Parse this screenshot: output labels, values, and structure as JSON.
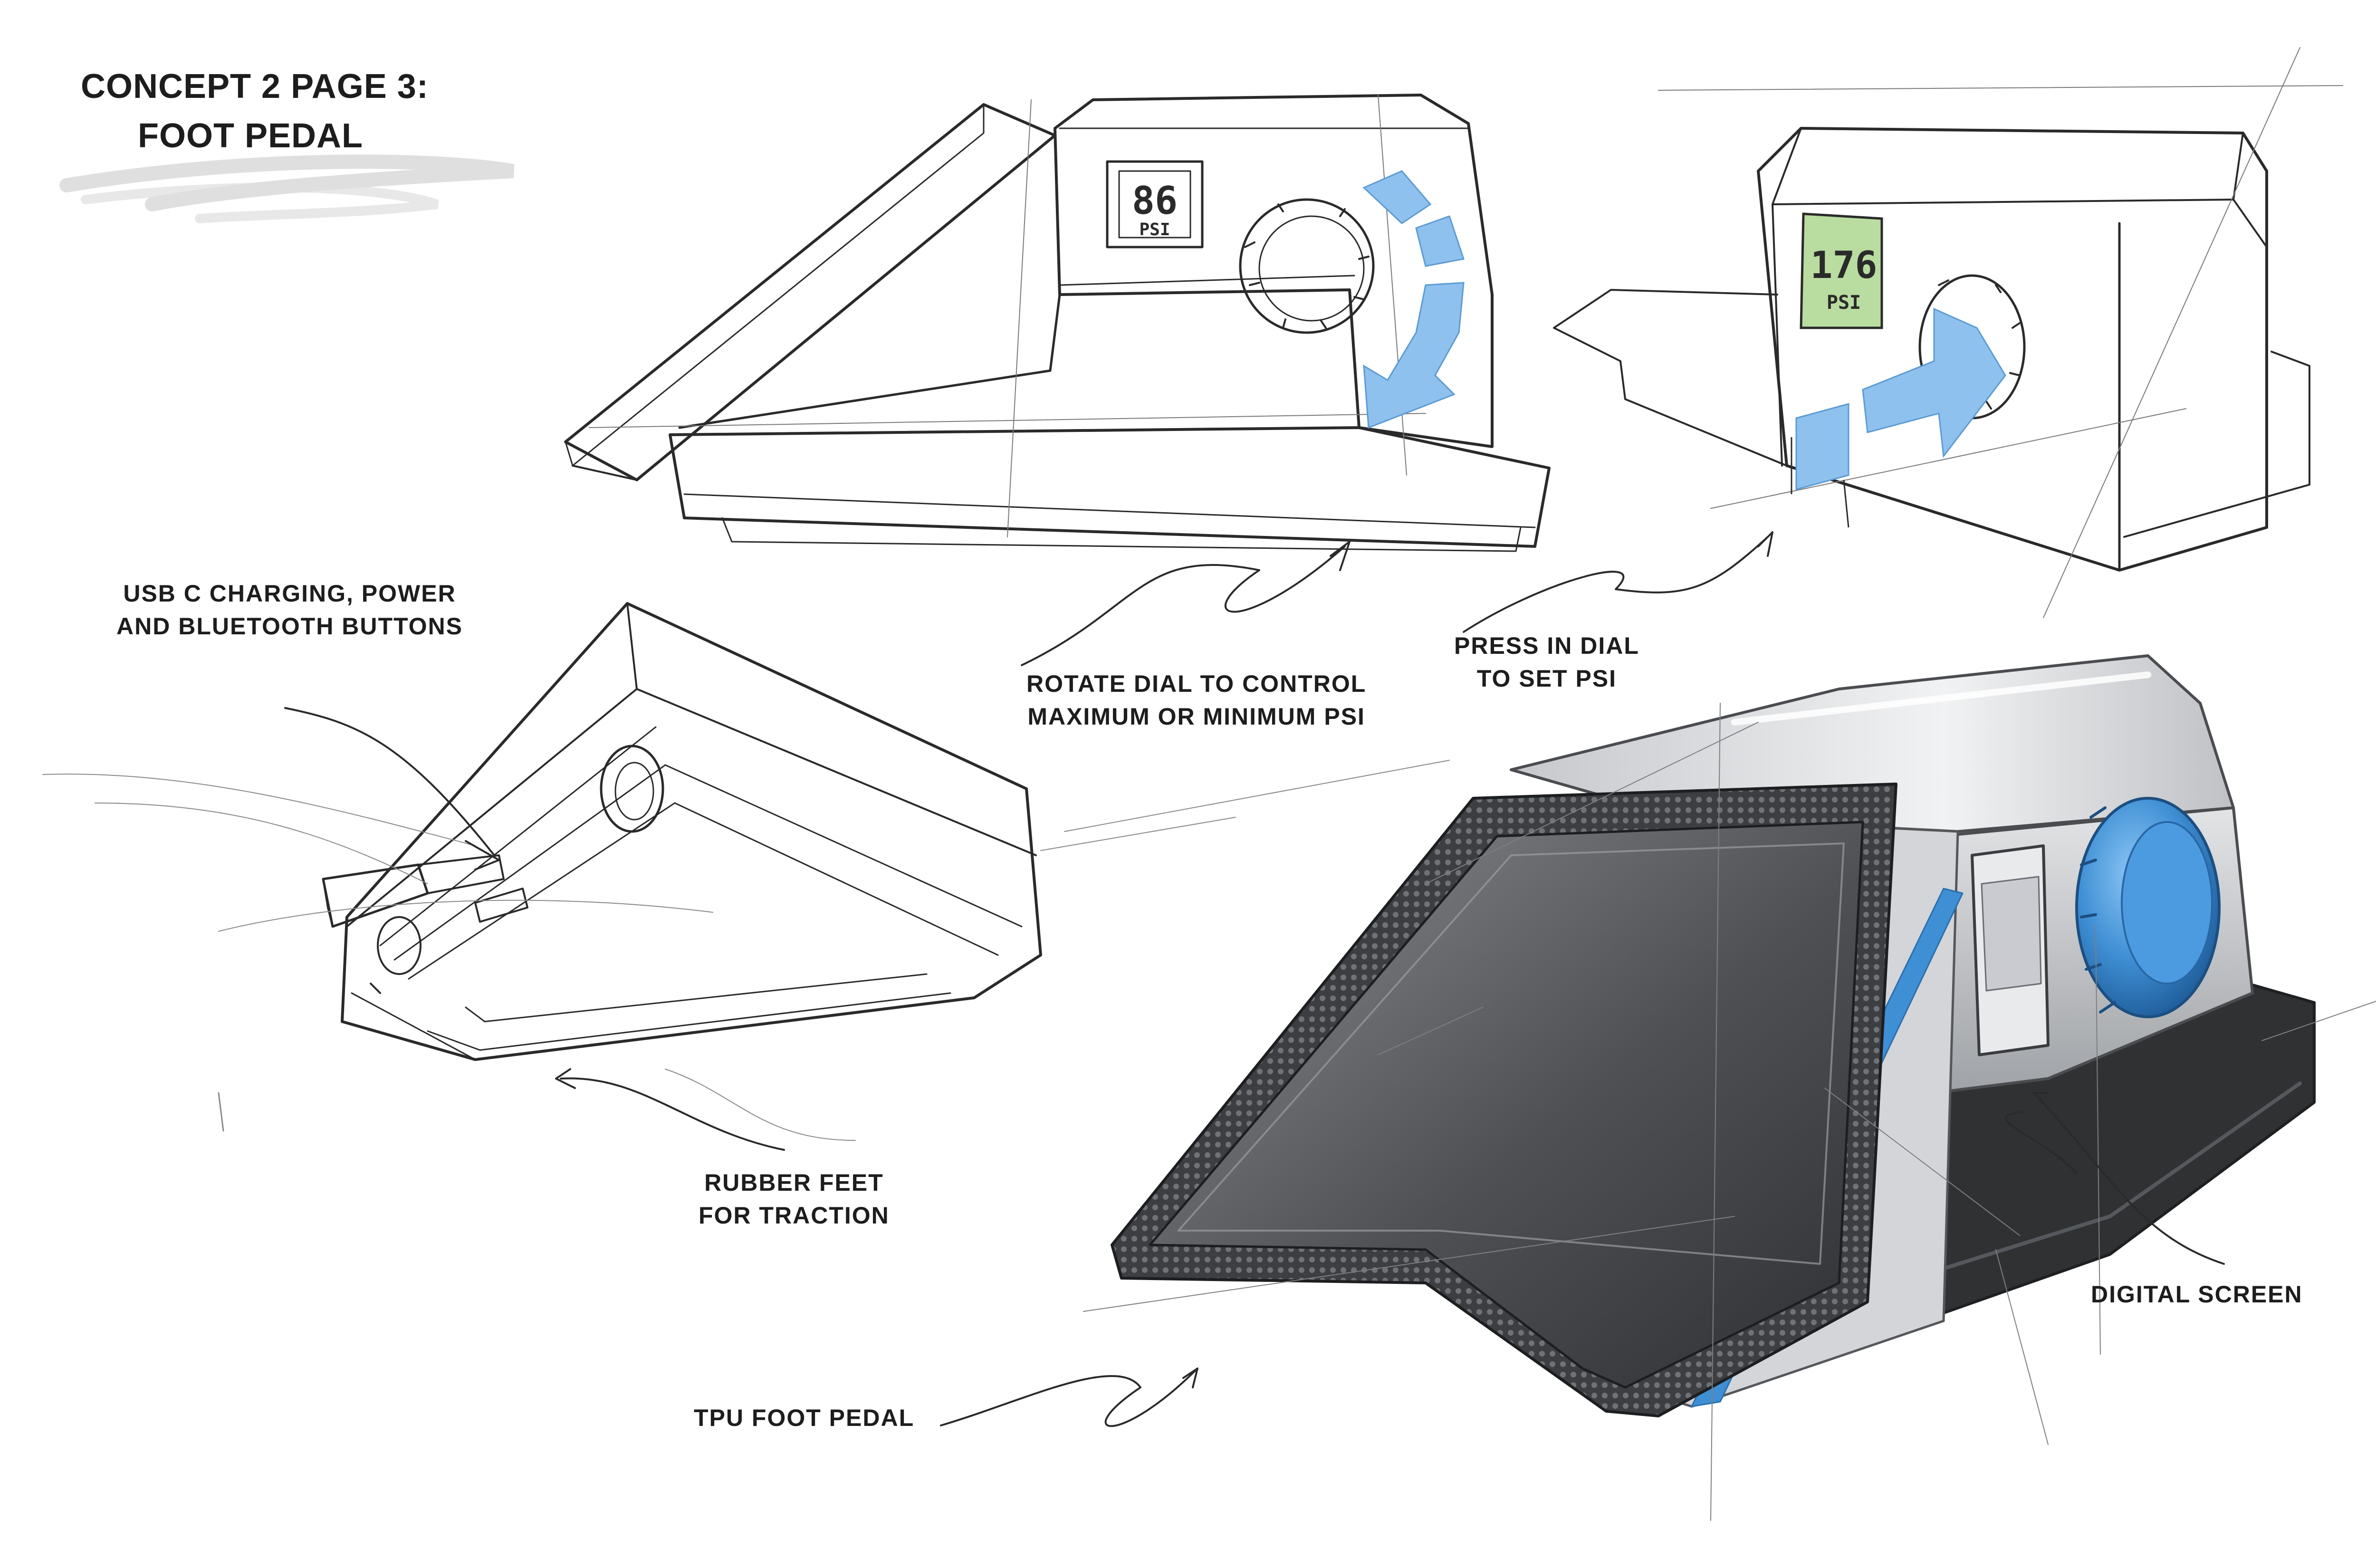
{
  "title": {
    "line1": "CONCEPT 2 PAGE 3:",
    "line2": "FOOT PEDAL"
  },
  "callouts": {
    "usb": {
      "line1": "USB C CHARGING, POWER",
      "line2": "AND BLUETOOTH BUTTONS"
    },
    "rotate": {
      "line1": "ROTATE DIAL TO CONTROL",
      "line2": "MAXIMUM OR MINIMUM PSI"
    },
    "press": {
      "line1": "PRESS IN DIAL",
      "line2": "TO SET PSI"
    },
    "feet": {
      "line1": "RUBBER FEET",
      "line2": "FOR TRACTION"
    },
    "screen": {
      "line1": "DIGITAL SCREEN"
    },
    "pedal": {
      "line1": "TPU FOOT PEDAL"
    }
  },
  "displays": {
    "rotate_view": {
      "value": "86",
      "unit": "PSI"
    },
    "press_view": {
      "value": "176",
      "unit": "PSI"
    }
  },
  "colors": {
    "ink": "#2a2a2a",
    "accent_blue": "#3f8fd4",
    "blue_marker": "#8fc1ee",
    "screen_green": "#b9dca0",
    "body_dark": "#2f3133",
    "body_light": "#dcdde0"
  }
}
